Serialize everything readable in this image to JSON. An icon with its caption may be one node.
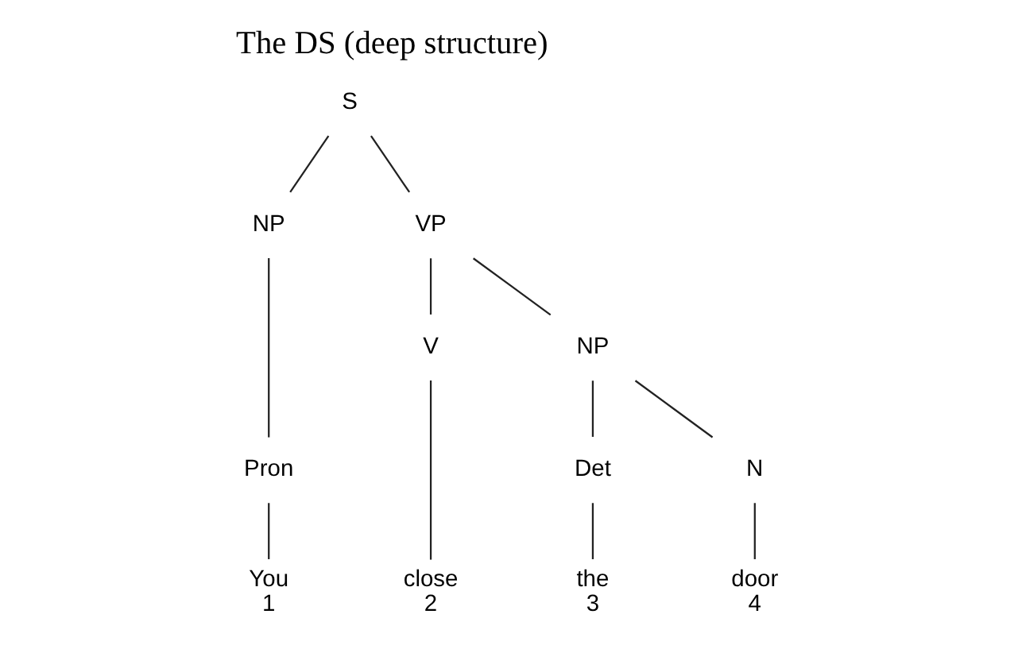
{
  "diagram": {
    "title": "The DS (deep structure)",
    "nodes": [
      {
        "text": [
          "S"
        ]
      },
      {
        "text": [
          "NP"
        ]
      },
      {
        "text": [
          "VP"
        ]
      },
      {
        "text": [
          "Pron"
        ]
      },
      {
        "text": [
          "V"
        ]
      },
      {
        "text": [
          "NP"
        ]
      },
      {
        "text": [
          "Det"
        ]
      },
      {
        "text": [
          "N"
        ]
      },
      {
        "text": [
          "You"
        ],
        "beside": [
          "1"
        ]
      },
      {
        "text": [
          "close"
        ],
        "beside": [
          "2"
        ]
      },
      {
        "text": [
          "the"
        ],
        "beside": [
          "3"
        ]
      },
      {
        "text": [
          "door"
        ],
        "beside": [
          "4"
        ]
      }
    ],
    "edges": [
      {
        "from": 0,
        "to": 1,
        "arrow": "none"
      },
      {
        "from": 0,
        "to": 2,
        "arrow": "none"
      },
      {
        "from": 1,
        "to": 3,
        "arrow": "none"
      },
      {
        "from": 3,
        "to": 8,
        "arrow": "none"
      },
      {
        "from": 2,
        "to": 4,
        "arrow": "none"
      },
      {
        "from": 2,
        "to": 5,
        "arrow": "none"
      },
      {
        "from": 5,
        "to": 6,
        "arrow": "none"
      },
      {
        "from": 5,
        "to": 7,
        "arrow": "none"
      },
      {
        "from": 4,
        "to": 9,
        "arrow": "none"
      },
      {
        "from": 6,
        "to": 10,
        "arrow": "none"
      },
      {
        "from": 7,
        "to": 11,
        "arrow": "none"
      }
    ]
  }
}
